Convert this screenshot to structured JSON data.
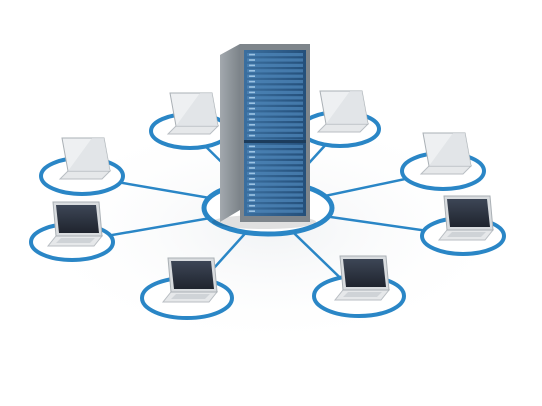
{
  "diagram": {
    "topology": "star",
    "hub": {
      "icon": "server-rack-icon"
    },
    "nodes": [
      {
        "id": "node-top-left",
        "icon": "laptop-icon",
        "facing": "away"
      },
      {
        "id": "node-top-right",
        "icon": "laptop-icon",
        "facing": "away"
      },
      {
        "id": "node-left",
        "icon": "laptop-icon",
        "facing": "away"
      },
      {
        "id": "node-right",
        "icon": "laptop-icon",
        "facing": "away"
      },
      {
        "id": "node-mid-left",
        "icon": "laptop-icon",
        "facing": "front"
      },
      {
        "id": "node-mid-right",
        "icon": "laptop-icon",
        "facing": "front"
      },
      {
        "id": "node-bottom-left",
        "icon": "laptop-icon",
        "facing": "front"
      },
      {
        "id": "node-bottom-right",
        "icon": "laptop-icon",
        "facing": "front"
      }
    ],
    "colors": {
      "ring": "#2a86c6",
      "link": "#2a86c6",
      "server_body": "#8f969c",
      "server_front": "#2f5f8e",
      "laptop_body": "#e6e8ea",
      "laptop_screen": "#2c3340"
    }
  }
}
